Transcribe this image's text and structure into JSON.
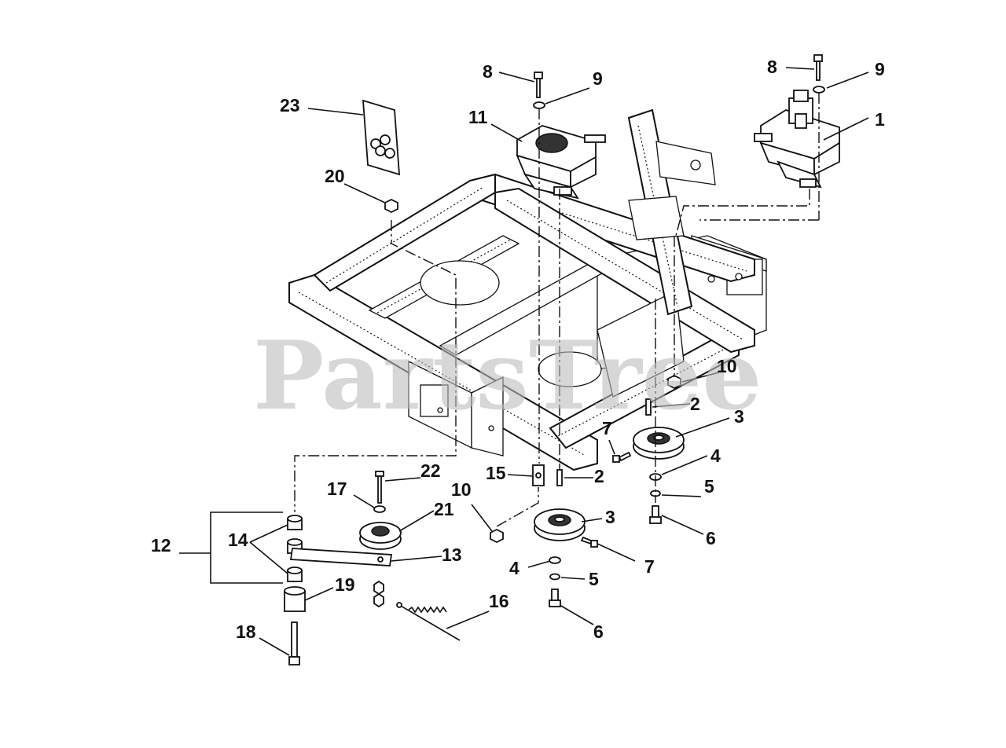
{
  "watermark": "PartsTree",
  "labels": [
    {
      "id": "l1",
      "text": "1"
    },
    {
      "id": "l2a",
      "text": "2"
    },
    {
      "id": "l2b",
      "text": "2"
    },
    {
      "id": "l3a",
      "text": "3"
    },
    {
      "id": "l3b",
      "text": "3"
    },
    {
      "id": "l4a",
      "text": "4"
    },
    {
      "id": "l4b",
      "text": "4"
    },
    {
      "id": "l5a",
      "text": "5"
    },
    {
      "id": "l5b",
      "text": "5"
    },
    {
      "id": "l6a",
      "text": "6"
    },
    {
      "id": "l6b",
      "text": "6"
    },
    {
      "id": "l7a",
      "text": "7"
    },
    {
      "id": "l7b",
      "text": "7"
    },
    {
      "id": "l8a",
      "text": "8"
    },
    {
      "id": "l8b",
      "text": "8"
    },
    {
      "id": "l9a",
      "text": "9"
    },
    {
      "id": "l9b",
      "text": "9"
    },
    {
      "id": "l10a",
      "text": "10"
    },
    {
      "id": "l10b",
      "text": "10"
    },
    {
      "id": "l11",
      "text": "11"
    },
    {
      "id": "l12",
      "text": "12"
    },
    {
      "id": "l13",
      "text": "13"
    },
    {
      "id": "l14",
      "text": "14"
    },
    {
      "id": "l15",
      "text": "15"
    },
    {
      "id": "l16",
      "text": "16"
    },
    {
      "id": "l17",
      "text": "17"
    },
    {
      "id": "l18",
      "text": "18"
    },
    {
      "id": "l19",
      "text": "19"
    },
    {
      "id": "l20",
      "text": "20"
    },
    {
      "id": "l21",
      "text": "21"
    },
    {
      "id": "l22",
      "text": "22"
    },
    {
      "id": "l23",
      "text": "23"
    }
  ]
}
